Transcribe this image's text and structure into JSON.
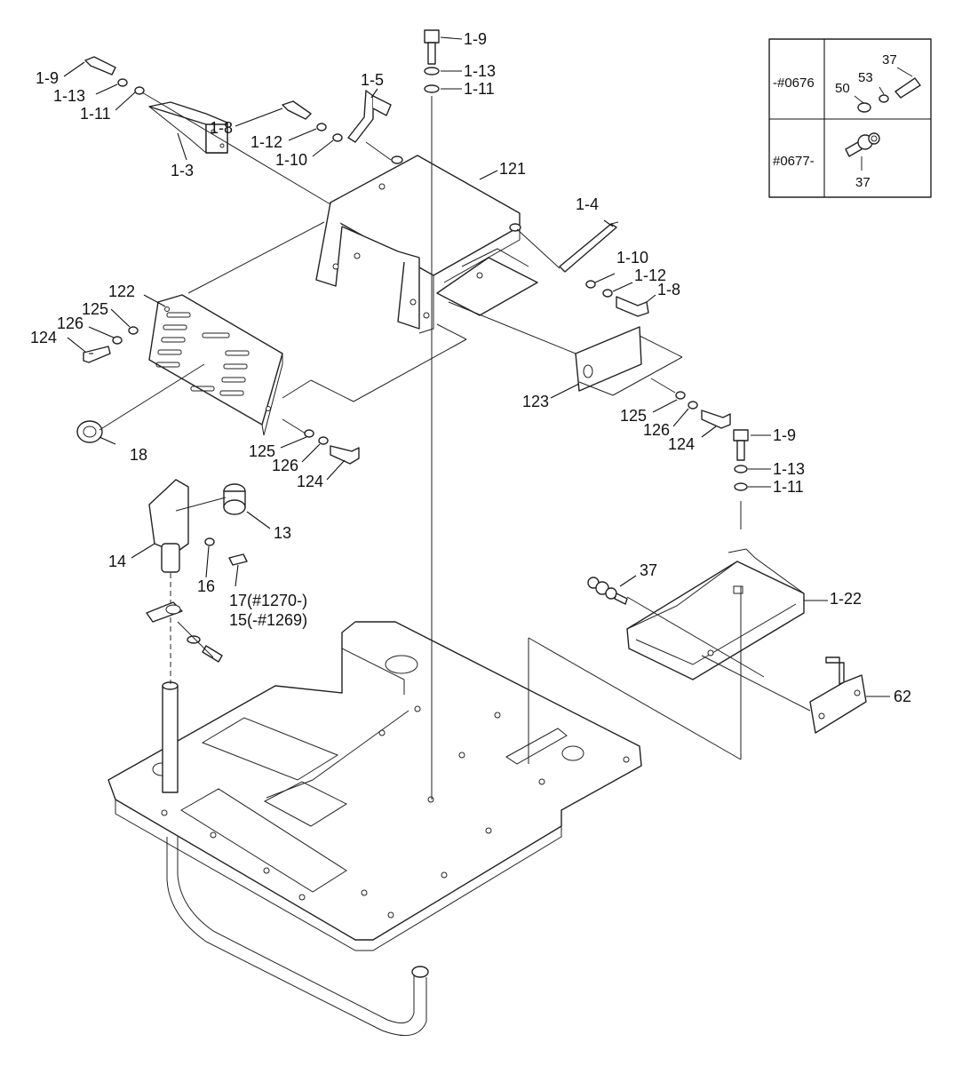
{
  "callouts": [
    {
      "id": "c1",
      "text": "1-9"
    },
    {
      "id": "c2",
      "text": "1-13"
    },
    {
      "id": "c3",
      "text": "1-11"
    },
    {
      "id": "c4",
      "text": "1-9"
    },
    {
      "id": "c5",
      "text": "1-13"
    },
    {
      "id": "c6",
      "text": "1-11"
    },
    {
      "id": "c7",
      "text": "1-5"
    },
    {
      "id": "c8",
      "text": "1-8"
    },
    {
      "id": "c9",
      "text": "1-12"
    },
    {
      "id": "c10",
      "text": "1-10"
    },
    {
      "id": "c11",
      "text": "1-3"
    },
    {
      "id": "c12",
      "text": "121"
    },
    {
      "id": "c13",
      "text": "1-4"
    },
    {
      "id": "c14",
      "text": "1-10"
    },
    {
      "id": "c15",
      "text": "1-12"
    },
    {
      "id": "c16",
      "text": "1-8"
    },
    {
      "id": "c17",
      "text": "122"
    },
    {
      "id": "c18",
      "text": "125"
    },
    {
      "id": "c19",
      "text": "126"
    },
    {
      "id": "c20",
      "text": "124"
    },
    {
      "id": "c21",
      "text": "123"
    },
    {
      "id": "c22",
      "text": "125"
    },
    {
      "id": "c23",
      "text": "126"
    },
    {
      "id": "c24",
      "text": "124"
    },
    {
      "id": "c25",
      "text": "1-9"
    },
    {
      "id": "c26",
      "text": "1-13"
    },
    {
      "id": "c27",
      "text": "1-11"
    },
    {
      "id": "c28",
      "text": "18"
    },
    {
      "id": "c29",
      "text": "125"
    },
    {
      "id": "c30",
      "text": "126"
    },
    {
      "id": "c31",
      "text": "124"
    },
    {
      "id": "c32",
      "text": "13"
    },
    {
      "id": "c33",
      "text": "14"
    },
    {
      "id": "c34",
      "text": "16"
    },
    {
      "id": "c35",
      "text": "17(#1270-)"
    },
    {
      "id": "c36",
      "text": "15(-#1269)"
    },
    {
      "id": "c37",
      "text": "37"
    },
    {
      "id": "c38",
      "text": "1-22"
    },
    {
      "id": "c39",
      "text": "62"
    }
  ],
  "inset": {
    "rows": [
      {
        "serial": "-#0676",
        "parts": [
          "37",
          "53",
          "50"
        ]
      },
      {
        "serial": "#0677-",
        "parts": [
          "37"
        ]
      }
    ]
  }
}
